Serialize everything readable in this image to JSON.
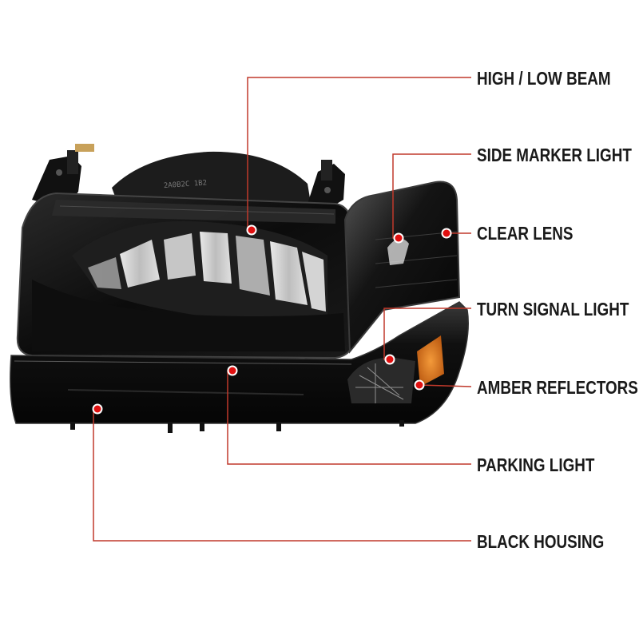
{
  "product": "Headlight assembly with corner and bumper lights",
  "colors": {
    "callout_line": "#c0392b",
    "callout_dot": "#e01010",
    "housing": "#0b0b0b",
    "amber": "#d9761c",
    "label_text": "#1a1a1a"
  },
  "callouts": [
    {
      "id": "high-low-beam",
      "label": "HIGH / LOW BEAM"
    },
    {
      "id": "side-marker-light",
      "label": "SIDE MARKER LIGHT"
    },
    {
      "id": "clear-lens",
      "label": "CLEAR LENS"
    },
    {
      "id": "turn-signal-light",
      "label": "TURN SIGNAL LIGHT"
    },
    {
      "id": "amber-reflectors",
      "label": "AMBER REFLECTORS"
    },
    {
      "id": "parking-light",
      "label": "PARKING LIGHT"
    },
    {
      "id": "black-housing",
      "label": "BLACK HOUSING"
    }
  ]
}
